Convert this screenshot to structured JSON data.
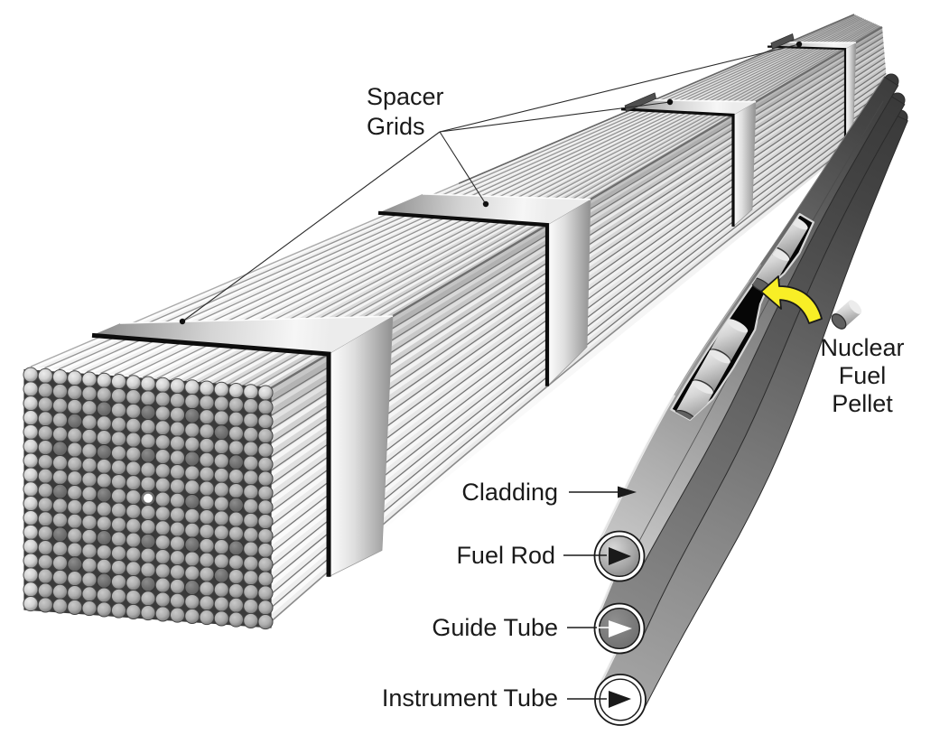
{
  "figure": {
    "type": "technical-diagram",
    "subject": "Nuclear fuel assembly with fuel rod detail",
    "background_color": "#ffffff",
    "accent_color": "#f8ee26"
  },
  "labels": {
    "spacer_grids_line1": "Spacer",
    "spacer_grids_line2": "Grids",
    "cladding": "Cladding",
    "fuel_rod": "Fuel Rod",
    "guide_tube": "Guide Tube",
    "instrument_tube": "Instrument Tube",
    "pellet_line1": "Nuclear",
    "pellet_line2": "Fuel",
    "pellet_line3": "Pellet"
  },
  "diagram": {
    "spacer_grid_count": 4,
    "rod_array": "17x17",
    "callouts": [
      "Spacer Grids",
      "Nuclear Fuel Pellet",
      "Cladding",
      "Fuel Rod",
      "Guide Tube",
      "Instrument Tube"
    ]
  }
}
